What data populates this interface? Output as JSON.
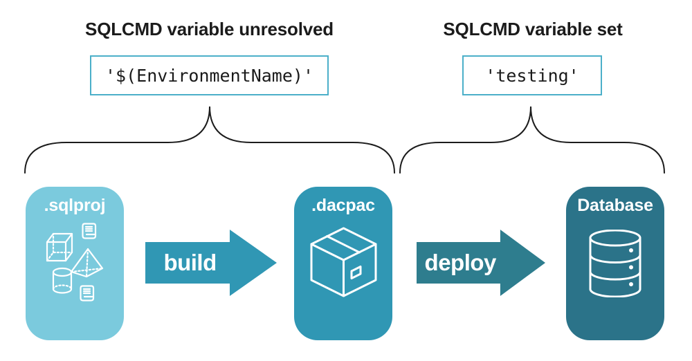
{
  "annotations": {
    "left": {
      "heading": "SQLCMD variable unresolved",
      "code": "'$(EnvironmentName)'"
    },
    "right": {
      "heading": "SQLCMD variable set",
      "code": "'testing'"
    }
  },
  "pipeline": {
    "nodes": [
      {
        "label": ".sqlproj",
        "icon": "sql-objects-icon",
        "color": "#7bcadd"
      },
      {
        "label": ".dacpac",
        "icon": "package-icon",
        "color": "#3097b4"
      },
      {
        "label": "Database",
        "icon": "database-icon",
        "color": "#2b7389"
      }
    ],
    "arrows": [
      {
        "label": "build",
        "color": "#3097b4"
      },
      {
        "label": "deploy",
        "color": "#2e7d8e"
      }
    ]
  },
  "colors": {
    "background": "#ffffff",
    "code_box_border": "#4bafc9",
    "code_box_background": "#ffffff",
    "brace_stroke": "#1c1c1c",
    "heading_text": "#1b1b1b",
    "code_text": "#1a1a1a",
    "node_label_text": "#ffffff",
    "arrow_label_text": "#ffffff",
    "icon_stroke": "#ffffff"
  }
}
